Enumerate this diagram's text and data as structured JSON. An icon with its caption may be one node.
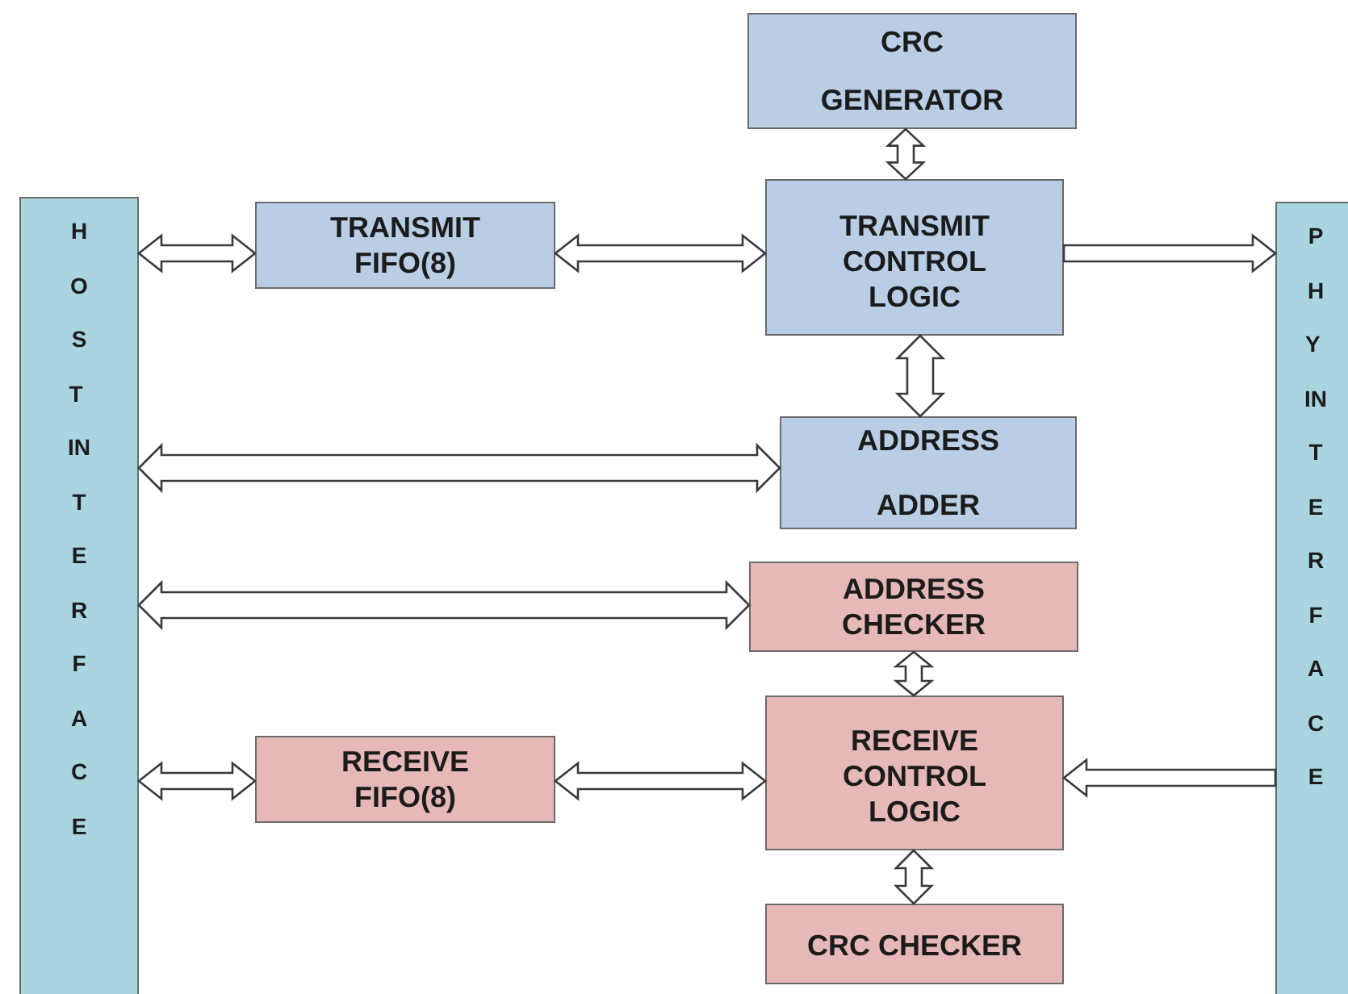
{
  "diagram": {
    "nodes": [
      {
        "text": [
          "HOST INTERFACE"
        ]
      },
      {
        "text": [
          "PHY INTERFACE"
        ]
      },
      {
        "text": [
          "CRC GENERATOR"
        ]
      },
      {
        "text": [
          "TRANSMIT FIFO(8)"
        ]
      },
      {
        "text": [
          "TRANSMIT CONTROL LOGIC"
        ]
      },
      {
        "text": [
          "ADDRESS ADDER"
        ]
      },
      {
        "text": [
          "ADDRESS CHECKER"
        ]
      },
      {
        "text": [
          "RECEIVE FIFO(8)"
        ]
      },
      {
        "text": [
          "RECEIVE CONTROL LOGIC"
        ]
      },
      {
        "text": [
          "CRC CHECKER"
        ]
      }
    ],
    "edges": [
      {
        "from": 0,
        "to": 3,
        "arrow": "both"
      },
      {
        "from": 3,
        "to": 4,
        "arrow": "both"
      },
      {
        "from": 4,
        "to": 1,
        "arrow": "to"
      },
      {
        "from": 2,
        "to": 4,
        "arrow": "both"
      },
      {
        "from": 4,
        "to": 5,
        "arrow": "both"
      },
      {
        "from": 0,
        "to": 5,
        "arrow": "both"
      },
      {
        "from": 0,
        "to": 6,
        "arrow": "both"
      },
      {
        "from": 6,
        "to": 8,
        "arrow": "both"
      },
      {
        "from": 0,
        "to": 7,
        "arrow": "both"
      },
      {
        "from": 7,
        "to": 8,
        "arrow": "both"
      },
      {
        "from": 1,
        "to": 8,
        "arrow": "to"
      },
      {
        "from": 8,
        "to": 9,
        "arrow": "both"
      }
    ]
  }
}
